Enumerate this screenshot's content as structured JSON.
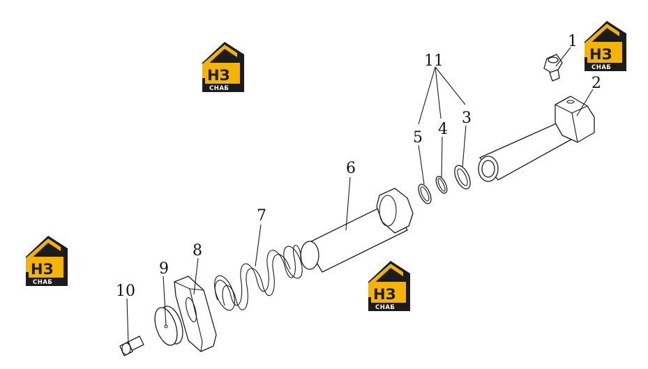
{
  "watermark": {
    "top": "НЗ",
    "bottom": "СНАБ",
    "accent_color": "#f5b400",
    "dark_color": "#1c1c1c"
  },
  "callouts": {
    "c1": "1",
    "c2": "2",
    "c3": "3",
    "c4": "4",
    "c5": "5",
    "c6": "6",
    "c7": "7",
    "c8": "8",
    "c9": "9",
    "c10": "10",
    "c11": "11"
  }
}
